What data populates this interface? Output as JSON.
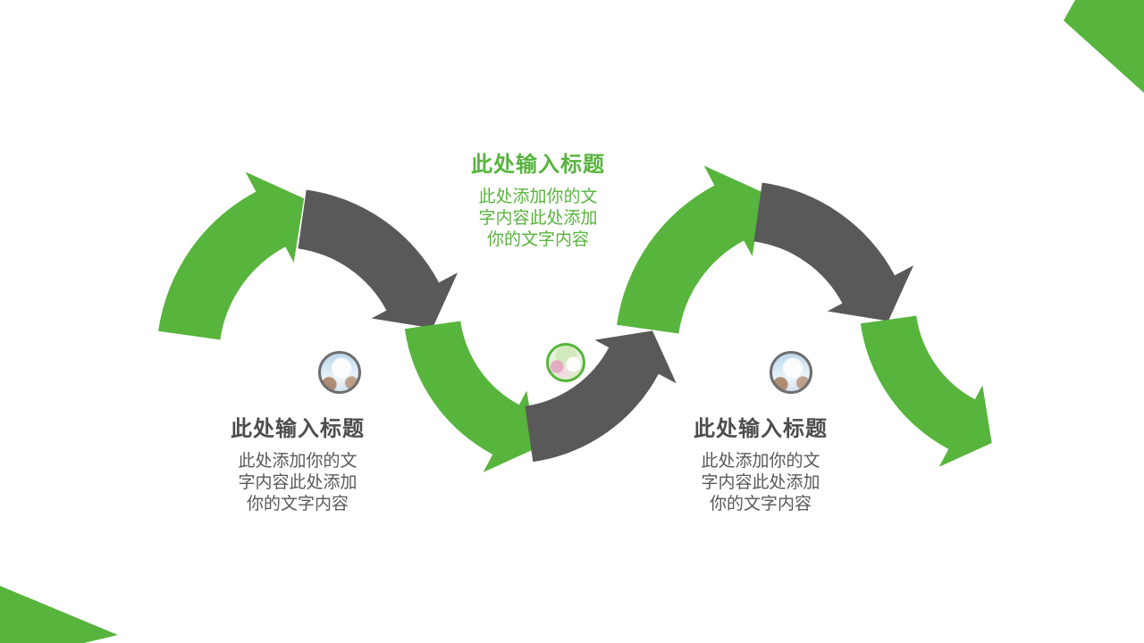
{
  "colors": {
    "green": "#57b43c",
    "gray": "#595959",
    "title_gray": "#4c4c4c",
    "ring_gray": "#6e6e6e"
  },
  "sections": [
    {
      "title": "此处输入标题",
      "body": "此处添加你的文字内容此处添加你的文字内容"
    },
    {
      "title": "此处输入标题",
      "body": "此处添加你的文字内容此处添加你的文字内容"
    },
    {
      "title": "此处输入标题",
      "body": "此处添加你的文字内容此处添加你的文字内容"
    }
  ],
  "badges": [
    {
      "icon": "photo-sky-circle"
    },
    {
      "icon": "photo-team-circle"
    },
    {
      "icon": "photo-sky-circle"
    }
  ]
}
